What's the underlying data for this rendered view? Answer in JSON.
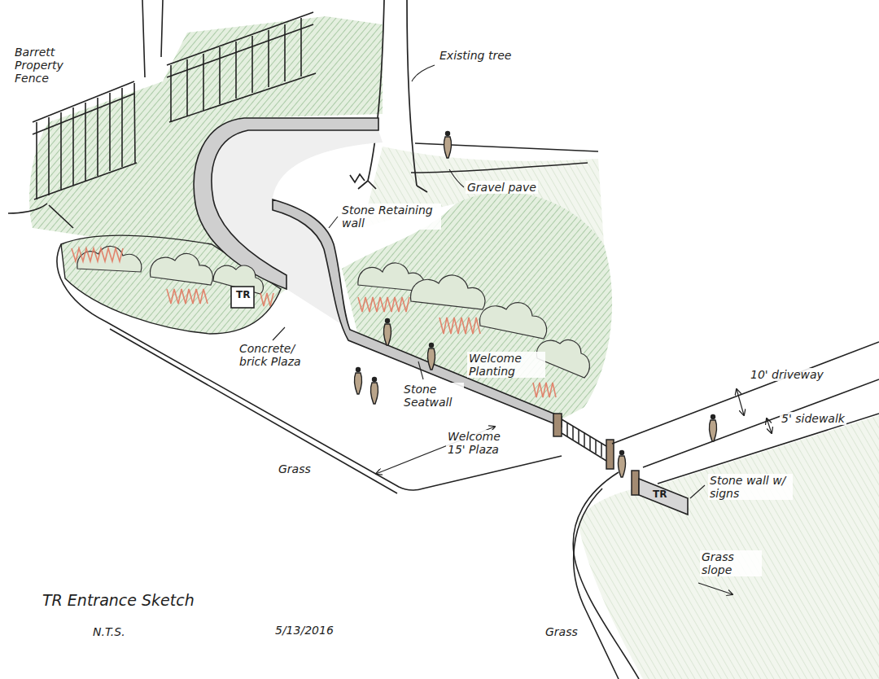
{
  "diagram": {
    "title": "TR Entrance Sketch",
    "labels": [
      "Barrett Property Fence",
      "Existing tree",
      "Gravel pave",
      "Stone Retaining wall",
      "TR",
      "Concrete/ brick Plaza",
      "Stone Seatwall",
      "Welcome Planting",
      "Welcome 15' Plaza",
      "Grass",
      "10' driveway",
      "5' sidewalk",
      "Stone wall w/ signs",
      "TR",
      "Grass slope",
      "Grass",
      "N.T.S.",
      "5/13/2016"
    ]
  }
}
